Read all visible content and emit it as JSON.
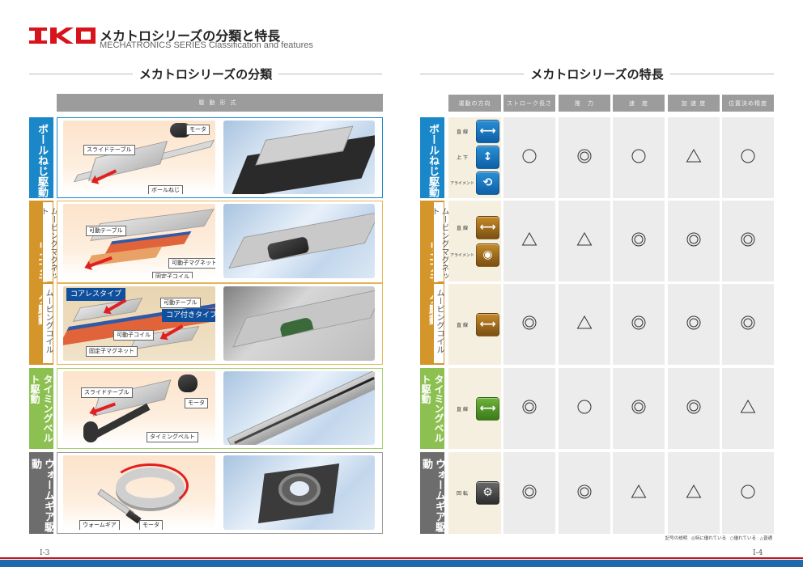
{
  "header": {
    "logo": "IKO",
    "title_jp": "メカトロシリーズの分類と特長",
    "title_en": "MECHATRONICS SERIES Classification and features"
  },
  "left_page": {
    "section_title": "メカトロシリーズの分類",
    "column_header": "駆動形式",
    "rows": [
      {
        "label": "ボールねじ駆動",
        "color": "#1a87c9",
        "callouts": [
          "モータ",
          "スライドテーブル",
          "ボールねじ"
        ]
      },
      {
        "label": "リニアモータ駆動",
        "color": "#d4962a",
        "sub_rows": [
          {
            "label": "ムービングマグネット",
            "callouts": [
              "可動テーブル",
              "可動子マグネット",
              "固定子コイル"
            ]
          },
          {
            "label": "ムービングコイル",
            "callouts": [
              "コアレスタイプ",
              "可動テーブル",
              "コア付きタイプ",
              "可動子コイル",
              "固定子マグネット"
            ]
          }
        ]
      },
      {
        "label": "タイミングベルト駆動",
        "color": "#8cc152",
        "callouts": [
          "スライドテーブル",
          "モータ",
          "タイミングベルト"
        ]
      },
      {
        "label": "ウォームギア駆動",
        "color": "#6d6d6d",
        "callouts": [
          "ウォームギア",
          "モータ"
        ]
      }
    ],
    "page_number": "Ⅰ-3"
  },
  "right_page": {
    "section_title": "メカトロシリーズの特長",
    "columns": [
      "運動の方向",
      "ストローク長さ",
      "推　力",
      "速　度",
      "加 速 度",
      "位置決め精度"
    ],
    "rows": [
      {
        "label": "ボールねじ駆動",
        "color": "#1a87c9",
        "motions": [
          {
            "label": "直 線",
            "icon": "linear-arrows-icon"
          },
          {
            "label": "上 下",
            "icon": "vertical-arrows-icon"
          },
          {
            "label": "アライメント",
            "icon": "rotation-arrows-icon"
          }
        ],
        "ratings": [
          "○",
          "◎",
          "○",
          "△",
          "○"
        ]
      },
      {
        "label": "リニアモータ駆動",
        "sub_label": "ムービングマグネット",
        "color": "#d4962a",
        "motions": [
          {
            "label": "直 線",
            "icon": "linear-arrows-icon"
          },
          {
            "label": "アライメント",
            "icon": "rotation-arrows-icon"
          }
        ],
        "ratings": [
          "△",
          "△",
          "◎",
          "◎",
          "◎"
        ]
      },
      {
        "label": "リニアモータ駆動",
        "sub_label": "ムービングコイル",
        "color": "#d4962a",
        "motions": [
          {
            "label": "直 線",
            "icon": "linear-arrows-icon"
          }
        ],
        "ratings": [
          "◎",
          "△",
          "◎",
          "◎",
          "◎"
        ]
      },
      {
        "label": "タイミングベルト駆動",
        "color": "#8cc152",
        "motions": [
          {
            "label": "直 線",
            "icon": "linear-arrows-icon"
          }
        ],
        "ratings": [
          "◎",
          "○",
          "◎",
          "◎",
          "△"
        ]
      },
      {
        "label": "ウォームギア駆動",
        "color": "#6d6d6d",
        "motions": [
          {
            "label": "回 転",
            "icon": "rotation-gear-icon"
          }
        ],
        "ratings": [
          "◎",
          "◎",
          "△",
          "△",
          "○"
        ]
      }
    ],
    "legend": {
      "title": "記号の説明",
      "items": [
        "◎特に優れている",
        "○優れている",
        "△普通"
      ]
    },
    "page_number": "Ⅰ-4"
  }
}
